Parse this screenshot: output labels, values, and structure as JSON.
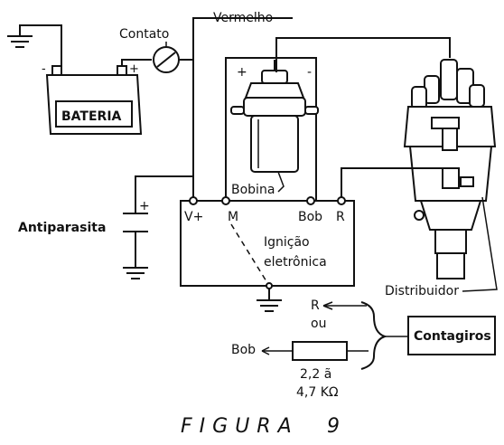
{
  "labels": {
    "battery": "BATERIA",
    "battery_neg": "-",
    "battery_pos": "+",
    "switch": "Contato",
    "wire_red": "Vermelho",
    "coil": "Bobina",
    "coil_pos": "+",
    "coil_neg": "-",
    "distributor": "Distribuidor",
    "capacitor": "Antiparasita",
    "cap_pos": "+",
    "terminal_v": "V+",
    "terminal_m": "M",
    "terminal_bob": "Bob",
    "terminal_r": "R",
    "module_line1": "Ignição",
    "module_line2": "eletrônica",
    "tach": "Contagiros",
    "tach_r": "R",
    "tach_ou": "ou",
    "tach_bob": "Bob",
    "resistor_line1": "2,2 ã",
    "resistor_line2": "4,7 KΩ"
  },
  "caption": {
    "title": "FIGURA",
    "number": "9"
  }
}
